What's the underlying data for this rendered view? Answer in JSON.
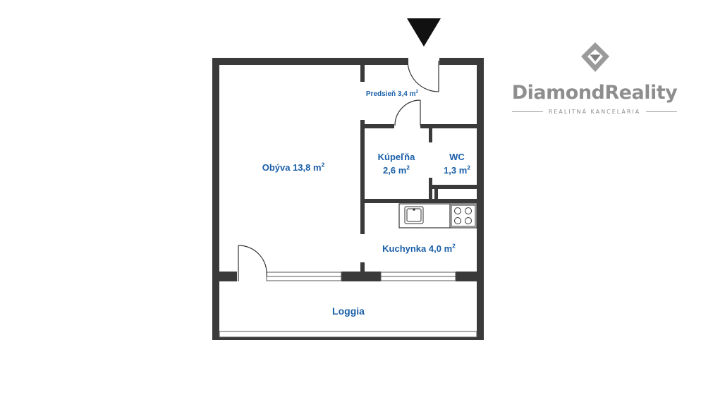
{
  "rooms": {
    "living": {
      "name": "Obývа 13,8 m",
      "sup": "2"
    },
    "hall": {
      "name": "Predsieň 3,4 m",
      "sup": "2"
    },
    "bathroom": {
      "line1": "Kúpeľňa",
      "line2": "2,6 m",
      "sup": "2"
    },
    "wc": {
      "line1": "WC",
      "line2": "1,3 m",
      "sup": "2"
    },
    "kitchen": {
      "name": "Kuchynka 4,0 m",
      "sup": "2"
    },
    "loggia": {
      "name": "Loggia"
    }
  },
  "logo": {
    "brand": "DiamondReality",
    "tagline": "REALITNÁ KANCELÁRIA"
  },
  "colors": {
    "wall": "#3a3a3a",
    "label": "#1a5fa8",
    "logo": "#8e8e8e"
  },
  "icons": {
    "entrance": "entrance-arrow-icon",
    "logo": "diamond-logo-icon"
  }
}
